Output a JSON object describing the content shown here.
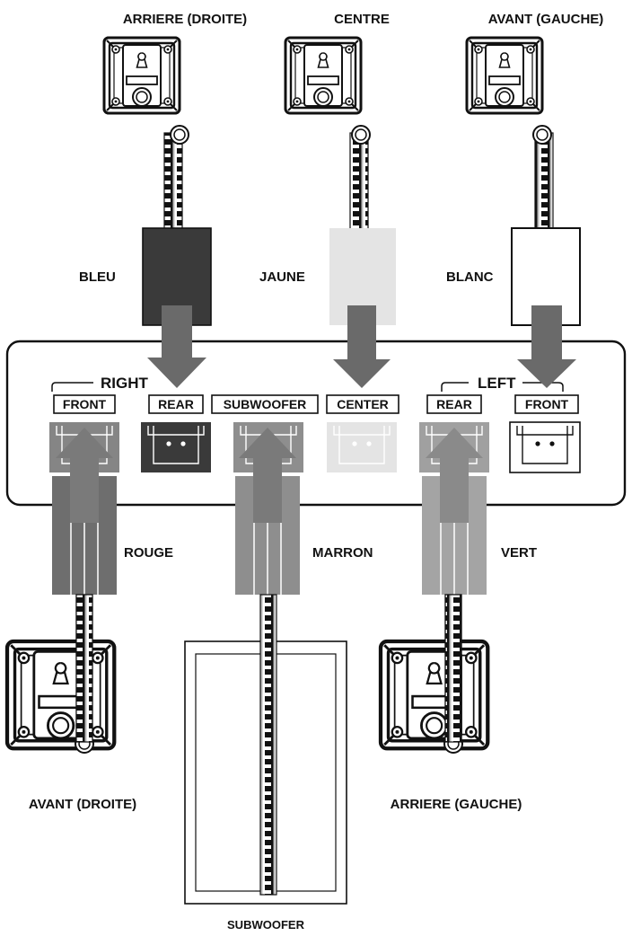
{
  "top_speakers": [
    {
      "title": "ARRIERE (DROITE)",
      "color_name": "BLEU",
      "fill": "#3a3a3a"
    },
    {
      "title": "CENTRE",
      "color_name": "JAUNE",
      "fill": "#e4e4e4"
    },
    {
      "title": "AVANT (GAUCHE)",
      "color_name": "BLANC",
      "fill": "#ffffff"
    }
  ],
  "bottom_speakers": [
    {
      "title": "AVANT (DROITE)",
      "color_name": "ROUGE",
      "fill": "#6e6e6e"
    },
    {
      "title": "ARRIERE (GAUCHE)",
      "color_name": "VERT",
      "fill": "#a4a4a4"
    }
  ],
  "subwoofer": {
    "title": "SUBWOOFER",
    "color_name": "MARRON",
    "fill": "#8e8e8e"
  },
  "panel": {
    "group_right": "RIGHT",
    "group_left": "LEFT",
    "terminals": [
      {
        "label": "FRONT",
        "fill": "#858585"
      },
      {
        "label": "REAR",
        "fill": "#3a3a3a"
      },
      {
        "label": "SUBWOOFER",
        "fill": "#8e8e8e"
      },
      {
        "label": "CENTER",
        "fill": "#e4e4e4"
      },
      {
        "label": "REAR",
        "fill": "#a0a0a0"
      },
      {
        "label": "FRONT",
        "fill": "#ffffff"
      }
    ]
  },
  "colors": {
    "arrow": "#6a6a6a",
    "outline": "#111111"
  }
}
